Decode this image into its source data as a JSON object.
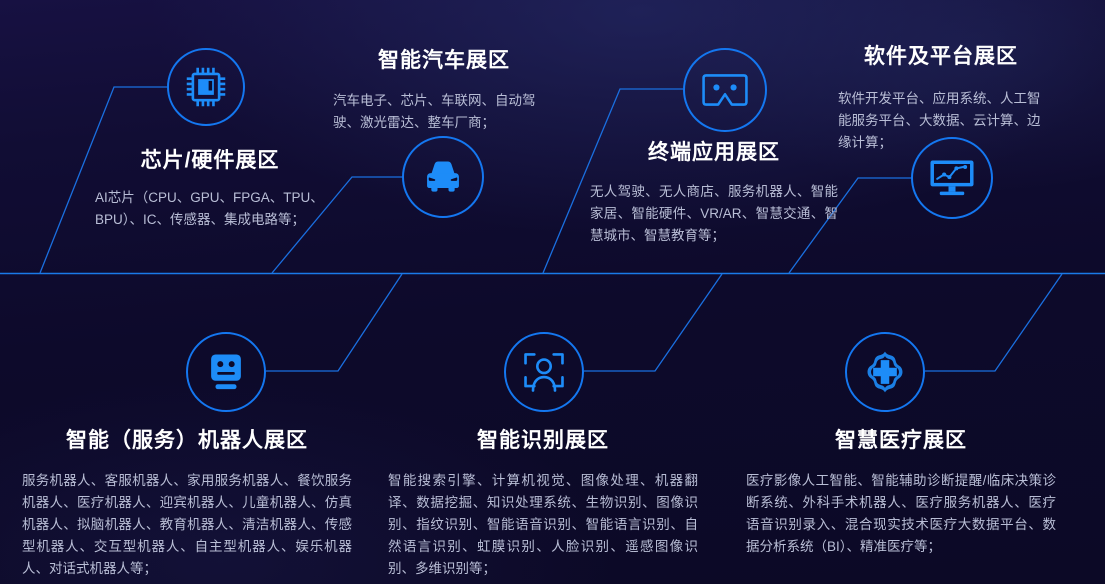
{
  "theme": {
    "bg_dark": "#0d0a2b",
    "accent_blue": "#1477f0",
    "icon_fill_blue": "#1d8cf8",
    "title_color": "#ffffff",
    "body_color": "#b9bed6",
    "line_color": "#1a6fe0"
  },
  "zones": [
    {
      "id": "chip",
      "title": "芯片/硬件展区",
      "desc": "AI芯片（CPU、GPU、FPGA、TPU、BPU）、IC、传感器、集成电路等；",
      "icon": "microchip-icon",
      "band": "top"
    },
    {
      "id": "automotive",
      "title": "智能汽车展区",
      "desc": "汽车电子、芯片、车联网、自动驾驶、激光雷达、整车厂商；",
      "icon": "car-icon",
      "band": "top"
    },
    {
      "id": "terminal",
      "title": "终端应用展区",
      "desc": "无人驾驶、无人商店、服务机器人、智能家居、智能硬件、VR/AR、智慧交通、智慧城市、智慧教育等；",
      "icon": "vr-headset-icon",
      "band": "top"
    },
    {
      "id": "software",
      "title": "软件及平台展区",
      "desc": "软件开发平台、应用系统、人工智能服务平台、大数据、云计算、边缘计算；",
      "icon": "monitor-chart-icon",
      "band": "top"
    },
    {
      "id": "robot",
      "title": "智能（服务）机器人展区",
      "desc": "服务机器人、客服机器人、家用服务机器人、餐饮服务机器人、医疗机器人、迎宾机器人、儿童机器人、仿真机器人、拟脑机器人、教育机器人、清洁机器人、传感型机器人、交互型机器人、自主型机器人、娱乐机器人、对话式机器人等；",
      "icon": "robot-face-icon",
      "band": "bottom"
    },
    {
      "id": "recognition",
      "title": "智能识别展区",
      "desc": "智能搜索引擎、计算机视觉、图像处理、机器翻译、数据挖掘、知识处理系统、生物识别、图像识别、指纹识别、智能语音识别、智能语言识别、自然语言识别、虹膜识别、人脸识别、遥感图像识别、多维识别等；",
      "icon": "face-recognition-icon",
      "band": "bottom"
    },
    {
      "id": "medical",
      "title": "智慧医疗展区",
      "desc": "医疗影像人工智能、智能辅助诊断提醒/临床决策诊断系统、外科手术机器人、医疗服务机器人、医疗语音识别录入、混合现实技术医疗大数据平台、数据分析系统（BI）、精准医疗等；",
      "icon": "medical-cross-icon",
      "band": "bottom"
    }
  ]
}
